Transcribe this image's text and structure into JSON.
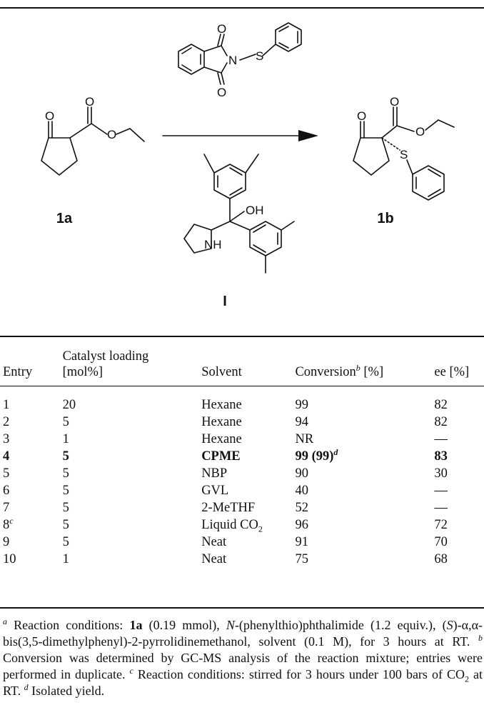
{
  "scheme": {
    "substrate_label": "1a",
    "product_label": "1b",
    "catalyst_label": "I",
    "atoms": {
      "O": "O",
      "N": "N",
      "S": "S",
      "OH": "OH",
      "NH": "NH"
    }
  },
  "table": {
    "headers": {
      "entry": "Entry",
      "catalyst_line1": "Catalyst loading",
      "catalyst_line2": "[mol%]",
      "solvent": "Solvent",
      "conversion": "Conversion",
      "conversion_sup": "b",
      "conversion_unit": " [%]",
      "ee": "ee [%]"
    },
    "rows": [
      {
        "entry": "1",
        "entry_sup": "",
        "loading": "20",
        "solvent": "Hexane",
        "solvent_sub": "",
        "conversion": "99",
        "conv_extra": "",
        "conv_sup": "",
        "ee": "82"
      },
      {
        "entry": "2",
        "entry_sup": "",
        "loading": "5",
        "solvent": "Hexane",
        "solvent_sub": "",
        "conversion": "94",
        "conv_extra": "",
        "conv_sup": "",
        "ee": "82"
      },
      {
        "entry": "3",
        "entry_sup": "",
        "loading": "1",
        "solvent": "Hexane",
        "solvent_sub": "",
        "conversion": "NR",
        "conv_extra": "",
        "conv_sup": "",
        "ee": "—"
      },
      {
        "entry": "4",
        "entry_sup": "",
        "loading": "5",
        "solvent": "CPME",
        "solvent_sub": "",
        "conversion": "99",
        "conv_extra": " (99)",
        "conv_sup": "d",
        "ee": "83",
        "bold": true
      },
      {
        "entry": "5",
        "entry_sup": "",
        "loading": "5",
        "solvent": "NBP",
        "solvent_sub": "",
        "conversion": "90",
        "conv_extra": "",
        "conv_sup": "",
        "ee": "30"
      },
      {
        "entry": "6",
        "entry_sup": "",
        "loading": "5",
        "solvent": "GVL",
        "solvent_sub": "",
        "conversion": "40",
        "conv_extra": "",
        "conv_sup": "",
        "ee": "—"
      },
      {
        "entry": "7",
        "entry_sup": "",
        "loading": "5",
        "solvent": "2-MeTHF",
        "solvent_sub": "",
        "conversion": "52",
        "conv_extra": "",
        "conv_sup": "",
        "ee": "—"
      },
      {
        "entry": "8",
        "entry_sup": "c",
        "loading": "5",
        "solvent": "Liquid CO",
        "solvent_sub": "2",
        "conversion": "96",
        "conv_extra": "",
        "conv_sup": "",
        "ee": "72"
      },
      {
        "entry": "9",
        "entry_sup": "",
        "loading": "5",
        "solvent": "Neat",
        "solvent_sub": "",
        "conversion": "91",
        "conv_extra": "",
        "conv_sup": "",
        "ee": "70"
      },
      {
        "entry": "10",
        "entry_sup": "",
        "loading": "1",
        "solvent": "Neat",
        "solvent_sub": "",
        "conversion": "75",
        "conv_extra": "",
        "conv_sup": "",
        "ee": "68"
      }
    ]
  },
  "footnotes": {
    "a_mark": "a",
    "a_1": " Reaction conditions: ",
    "a_bold": "1a",
    "a_2": " (0.19 mmol), ",
    "a_it1": "N",
    "a_3": "-(phenylthio)phthalimide (1.2 equiv.), (",
    "a_it2": "S",
    "a_4": ")-α,α-bis(3,5-dimethylphenyl)-2-pyrrolidinemethanol, solvent (0.1 M), for 3 hours at RT. ",
    "b_mark": "b",
    "b_text": " Conversion was determined by GC-MS analysis of the reaction mixture; entries were performed in duplicate. ",
    "c_mark": "c",
    "c_text": " Reaction conditions: stirred for 3 hours under 100 bars of CO",
    "c_sub": "2",
    "c_text2": " at RT. ",
    "d_mark": "d",
    "d_text": " Isolated yield."
  }
}
